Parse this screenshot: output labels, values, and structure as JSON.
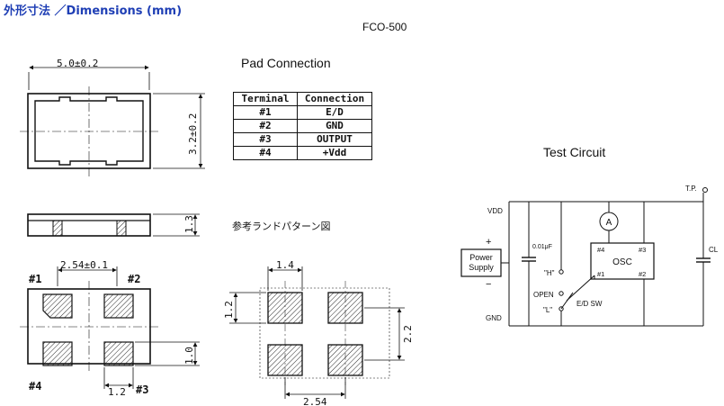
{
  "header": {
    "title": "外形寸法 ／Dimensions (mm)",
    "model": "FCO-500",
    "accent_color": "#1f3fb5"
  },
  "dimension_drawing": {
    "width_label": "5.0±0.2",
    "height_label": "3.2±0.2",
    "thickness_label": "1.3",
    "pad_pitch_label": "2.54±0.1",
    "pad_height_label": "1.0",
    "pad_width_label": "1.2",
    "pins": [
      "#1",
      "#2",
      "#3",
      "#4"
    ]
  },
  "pad_connection": {
    "heading": "Pad Connection",
    "columns": [
      "Terminal",
      "Connection"
    ],
    "rows": [
      [
        "#1",
        "E/D"
      ],
      [
        "#2",
        "GND"
      ],
      [
        "#3",
        "OUTPUT"
      ],
      [
        "#4",
        "+Vdd"
      ]
    ]
  },
  "land_pattern": {
    "heading": "参考ランドパターン図",
    "pad_width_label": "1.4",
    "pad_height_label": "1.2",
    "row_pitch_label": "2.2",
    "column_pitch_label": "2.54"
  },
  "test_circuit": {
    "heading": "Test Circuit",
    "vdd": "VDD",
    "gnd": "GND",
    "plus": "+",
    "minus": "−",
    "power_supply_line1": "Power",
    "power_supply_line2": "Supply",
    "capacitor": "0.01μF",
    "high": "\"H\"",
    "open": "OPEN",
    "low": "\"L\"",
    "switch": "E/D SW",
    "ammeter": "A",
    "osc": "OSC",
    "pin4": "#4",
    "pin3": "#3",
    "pin1": "#1",
    "pin2": "#2",
    "test_point": "T.P.",
    "load_cap": "CL"
  }
}
